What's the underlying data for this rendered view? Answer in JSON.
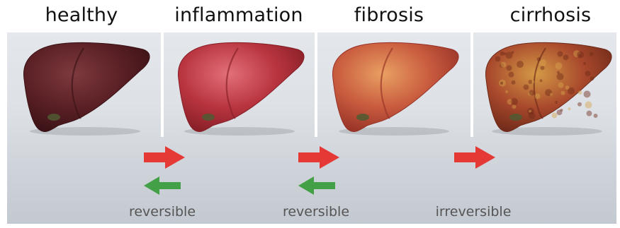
{
  "stages": [
    {
      "title": "healthy",
      "color_main": "#5a2025",
      "color_light": "#7d3a3e",
      "color_dark": "#3a1216",
      "texture": false
    },
    {
      "title": "inflammation",
      "color_main": "#b8343f",
      "color_light": "#e2707a",
      "color_dark": "#851e26",
      "texture": false
    },
    {
      "title": "fibrosis",
      "color_main": "#c85a3e",
      "color_light": "#e9a062",
      "color_dark": "#963227",
      "texture": false
    },
    {
      "title": "cirrhosis",
      "color_main": "#a8482c",
      "color_light": "#d49a46",
      "color_dark": "#6e2a19",
      "texture": true
    }
  ],
  "transitions": [
    {
      "label": "reversible",
      "forward_color": "#e53935",
      "backward_color": "#43a047",
      "reversible": true
    },
    {
      "label": "reversible",
      "forward_color": "#e53935",
      "backward_color": "#43a047",
      "reversible": true
    },
    {
      "label": "irreversible",
      "forward_color": "#e53935",
      "reversible": false
    }
  ]
}
